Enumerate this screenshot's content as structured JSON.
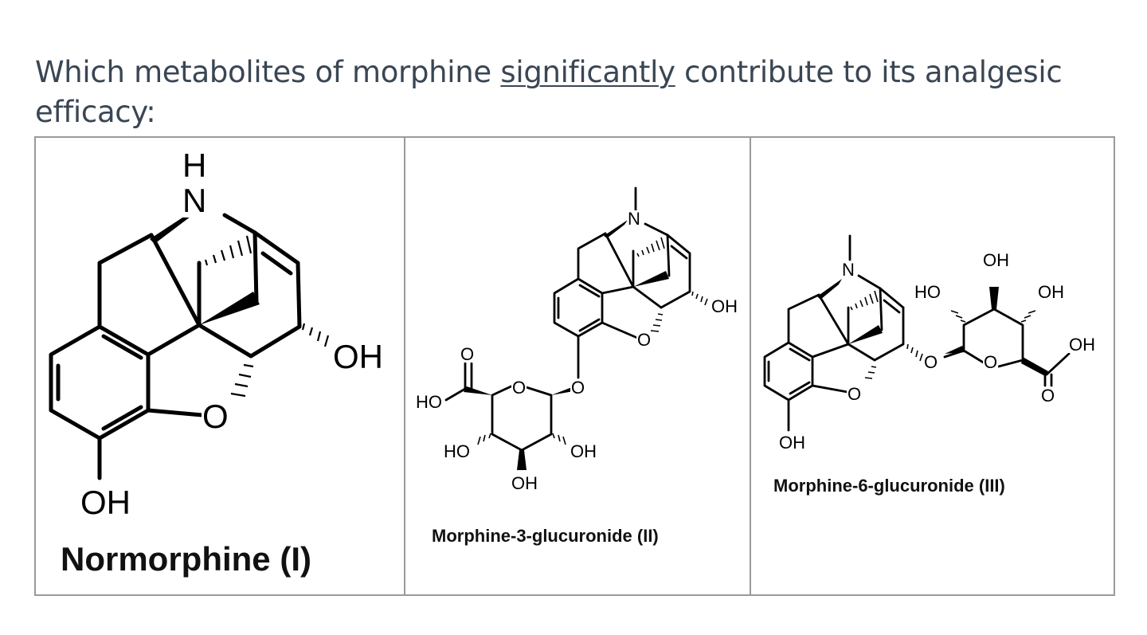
{
  "question": {
    "prefix": "Which metabolites of morphine ",
    "emphasis": "significantly",
    "suffix": " contribute to its analgesic efficacy:"
  },
  "panels": [
    {
      "caption": "Normorphine (I)",
      "atoms": {
        "nh_h": "H",
        "nh_n": "N",
        "oh_right": "OH",
        "o_ring": "O",
        "oh_bottom": "OH"
      }
    },
    {
      "caption": "Morphine-3-glucuronide (II)",
      "atoms": {
        "n": "N",
        "oh6": "OH",
        "o_ring": "O",
        "o_link": "O",
        "o_carb": "O",
        "ho_acid": "HO",
        "o_pyran": "O",
        "ho_left": "HO",
        "oh_right": "OH",
        "oh_bottom": "OH"
      }
    },
    {
      "caption": "Morphine-6-glucuronide (III)",
      "atoms": {
        "n": "N",
        "o_ring": "O",
        "oh3": "OH",
        "o_link": "O",
        "o_pyran": "O",
        "ho_left": "HO",
        "oh_top": "OH",
        "oh_right": "OH",
        "oh_acid": "OH",
        "o_carb": "O"
      }
    }
  ]
}
